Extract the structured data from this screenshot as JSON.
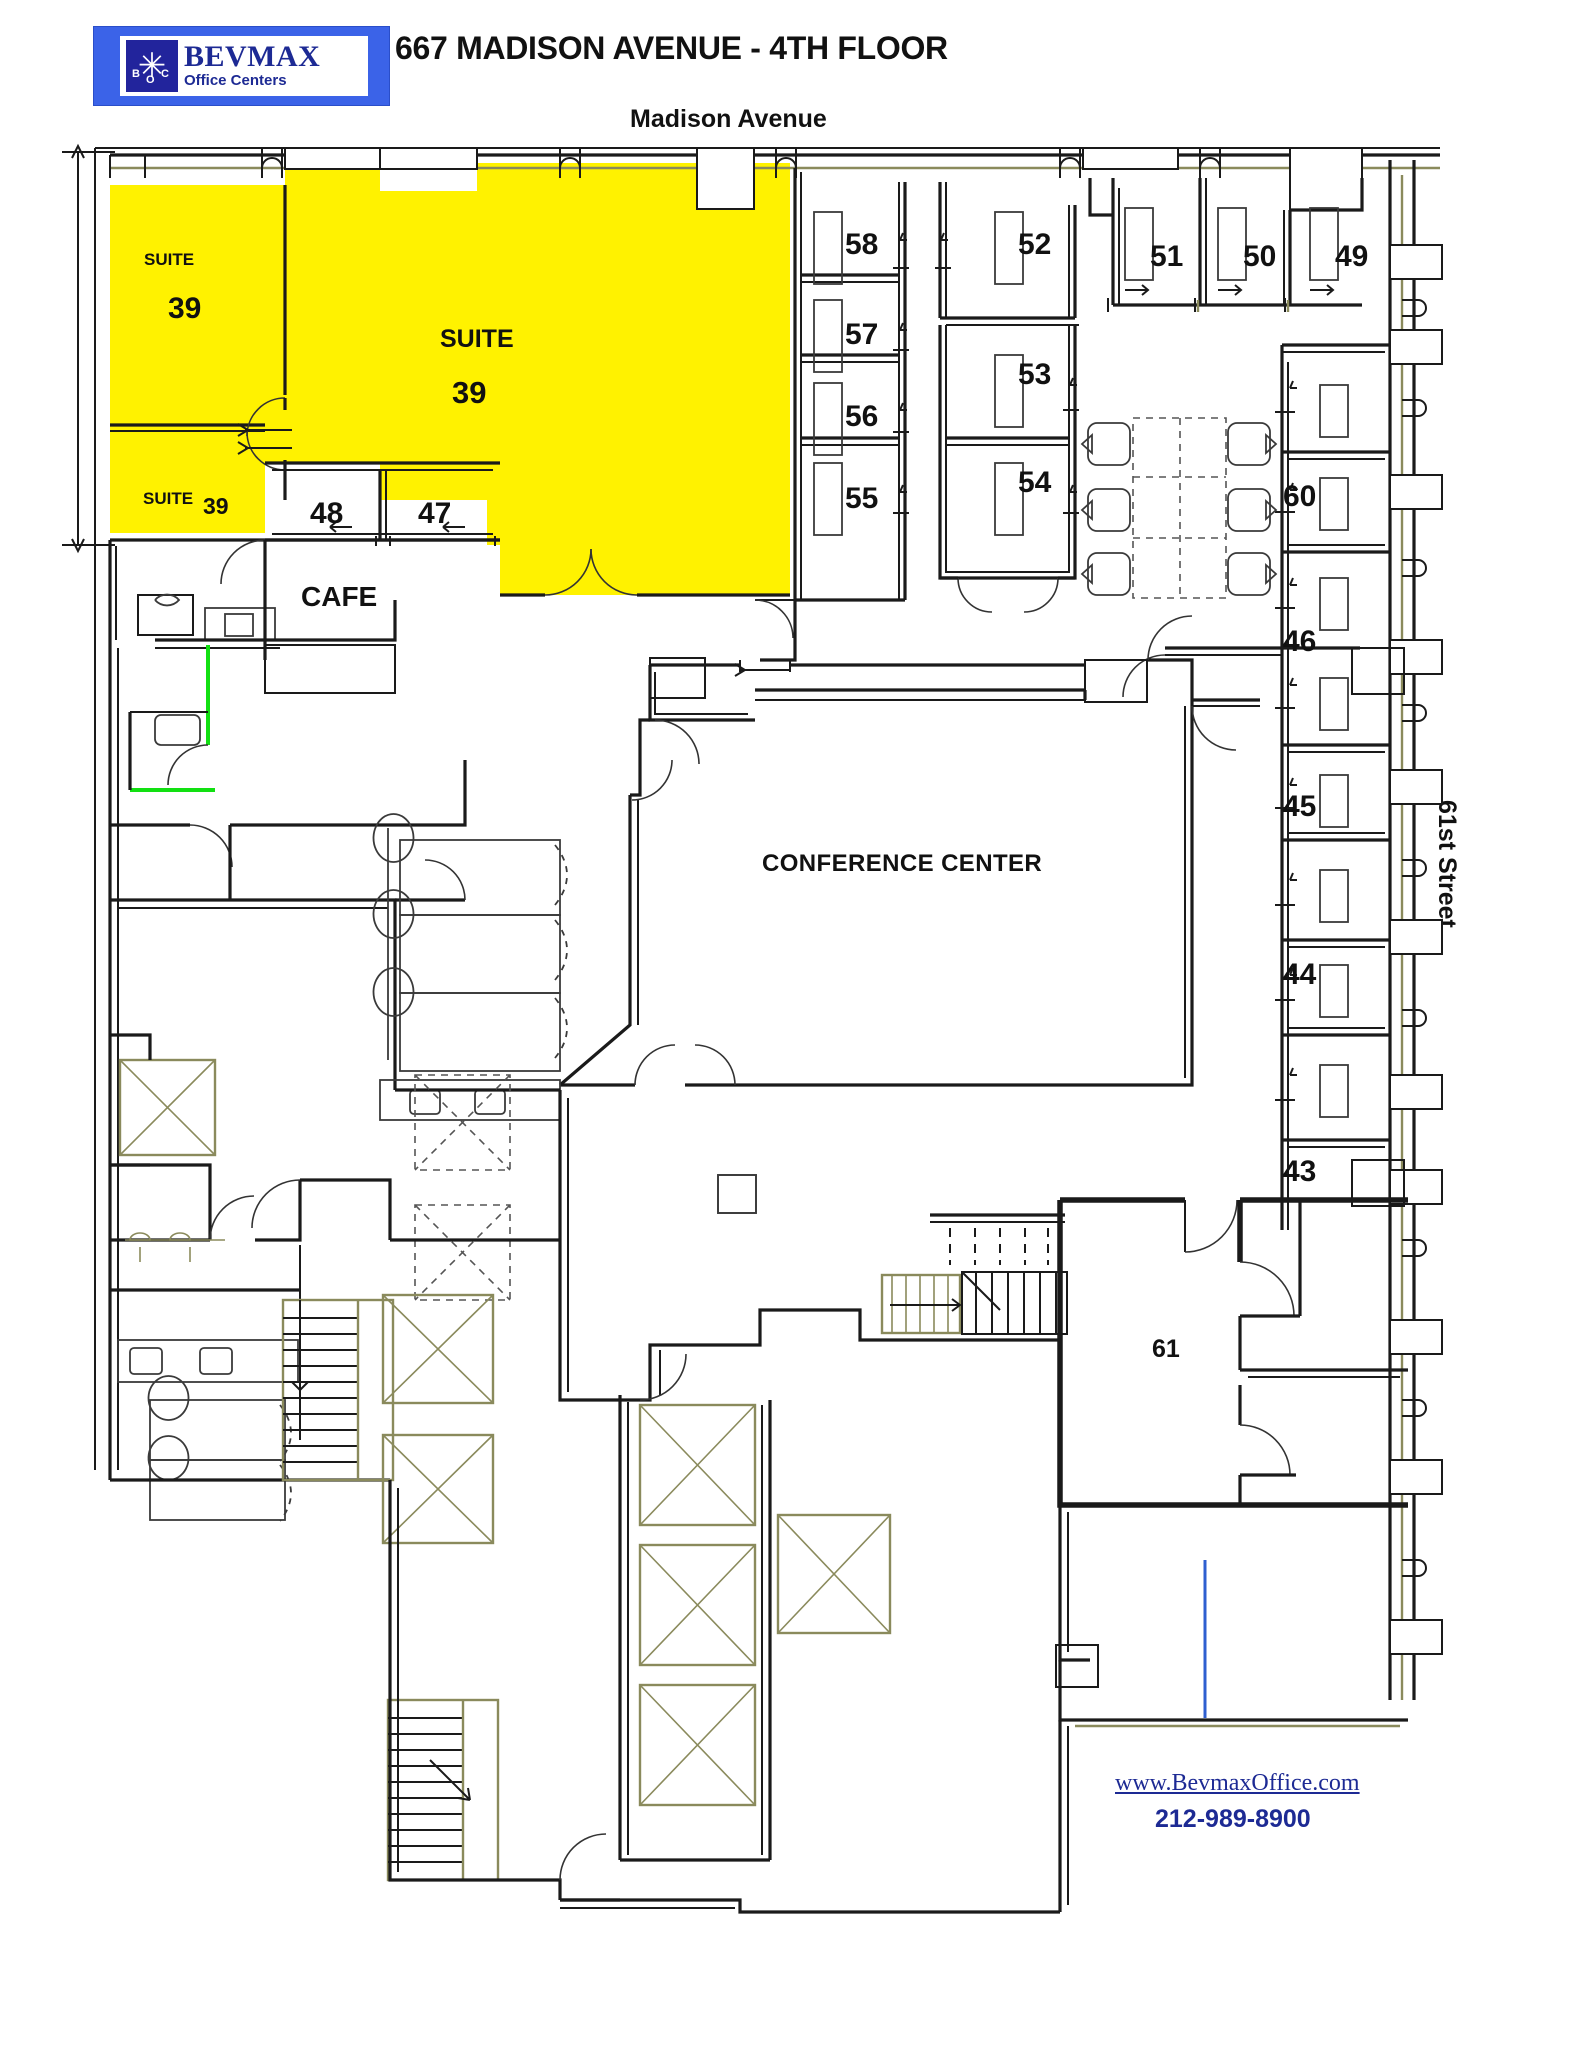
{
  "header": {
    "logo": {
      "brand": "BEVMAX",
      "tagline": "Office Centers",
      "mark_letters": {
        "b": "B",
        "o": "O",
        "c": "C"
      },
      "mark_glyph": "✳",
      "bg_color": "#3b63e8",
      "text_color": "#1d2a94"
    },
    "title": "667 MADISON AVENUE - 4TH FLOOR"
  },
  "streets": {
    "top": "Madison Avenue",
    "right": "61st Street"
  },
  "highlight_color": "#FFF200",
  "suites": {
    "suite39_left_top": {
      "line1": "SUITE",
      "line2": "39"
    },
    "suite39_main": {
      "line1": "SUITE",
      "line2": "39"
    },
    "suite39_left_bottom": {
      "line1": "SUITE",
      "line2": "39"
    },
    "room48": "48",
    "room47": "47",
    "cafe": "CAFE"
  },
  "offices": {
    "north_row": [
      "58",
      "57",
      "56",
      "55"
    ],
    "north_mid": [
      "52",
      "53",
      "54"
    ],
    "north_east": [
      "51",
      "50",
      "49"
    ],
    "east_column": [
      "60",
      "46",
      "45",
      "44",
      "43"
    ],
    "south_east": "61"
  },
  "rooms": {
    "conference_center": "CONFERENCE CENTER"
  },
  "footer": {
    "website": "www.BevmaxOffice.com",
    "phone": "212-989-8900",
    "color": "#1d2a94"
  }
}
